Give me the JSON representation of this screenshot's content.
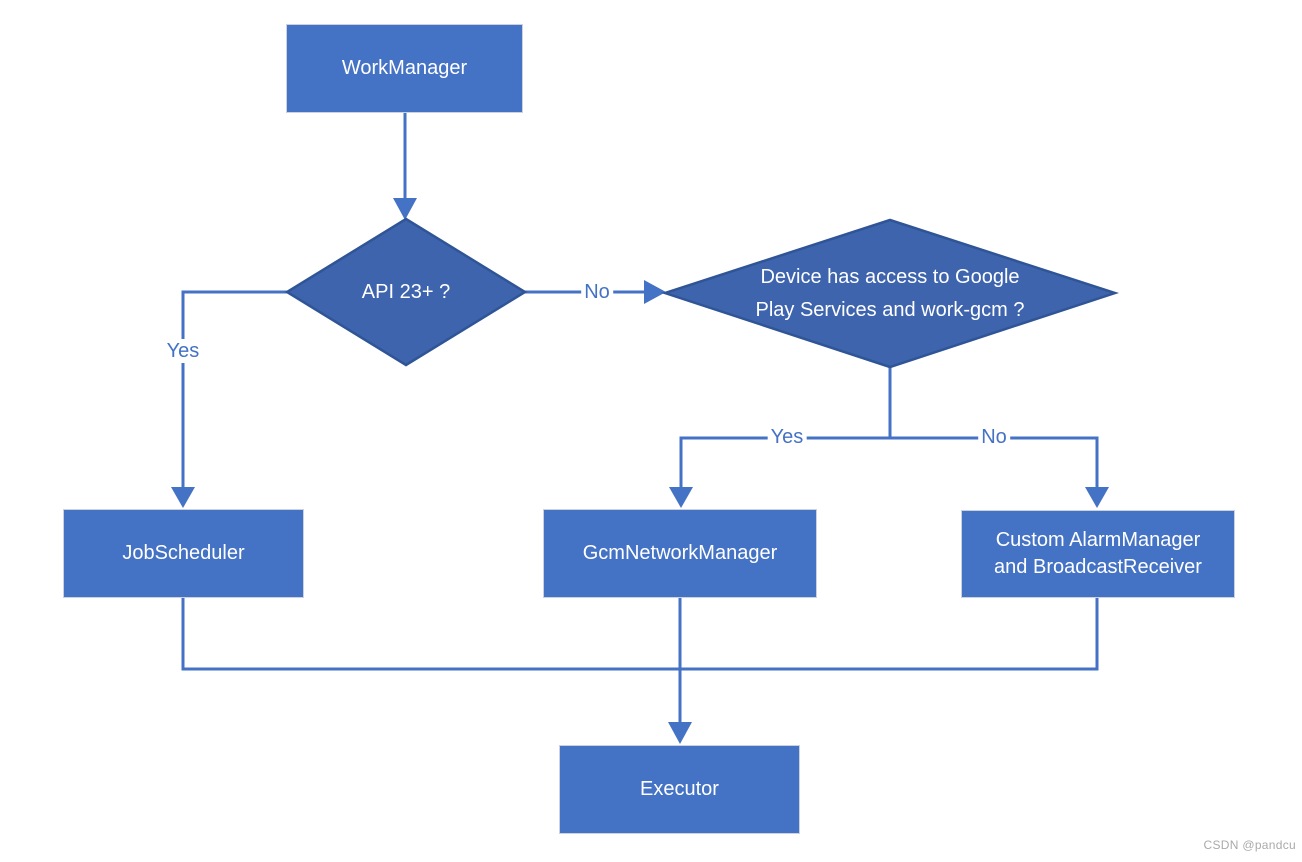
{
  "colors": {
    "box_fill": "#4472C4",
    "box_border": "#ccd1de",
    "diamond_fill": "#3E64AE",
    "diamond_border": "#2F5597",
    "line": "#4472C4",
    "edge_label": "#4472C4",
    "node_text": "#FFFFFF",
    "watermark": "#AAAAAA",
    "page_bg": "#FFFFFF"
  },
  "diagram": {
    "type": "flowchart",
    "nodes": {
      "workmanager": {
        "label": "WorkManager",
        "shape": "rectangle"
      },
      "api_decision": {
        "label": "API 23+ ?",
        "shape": "diamond"
      },
      "gplay_decision": {
        "shape": "diamond",
        "lines": [
          "Device has access to Google",
          "Play Services and work-gcm ?"
        ]
      },
      "jobscheduler": {
        "label": "JobScheduler",
        "shape": "rectangle"
      },
      "gcmnetworkmanager": {
        "label": "GcmNetworkManager",
        "shape": "rectangle"
      },
      "custom_alarm": {
        "shape": "rectangle",
        "lines": [
          "Custom AlarmManager",
          "and BroadcastReceiver"
        ]
      },
      "executor": {
        "label": "Executor",
        "shape": "rectangle"
      }
    },
    "edges": {
      "workmanager_to_api": {
        "label": ""
      },
      "api_yes_to_jobscheduler": {
        "label": "Yes"
      },
      "api_no_to_gplay": {
        "label": "No"
      },
      "gplay_yes_to_gcm": {
        "label": "Yes"
      },
      "gplay_no_to_custom": {
        "label": "No"
      },
      "merge_to_executor": {
        "label": ""
      }
    }
  },
  "watermark": "CSDN @pandcu"
}
